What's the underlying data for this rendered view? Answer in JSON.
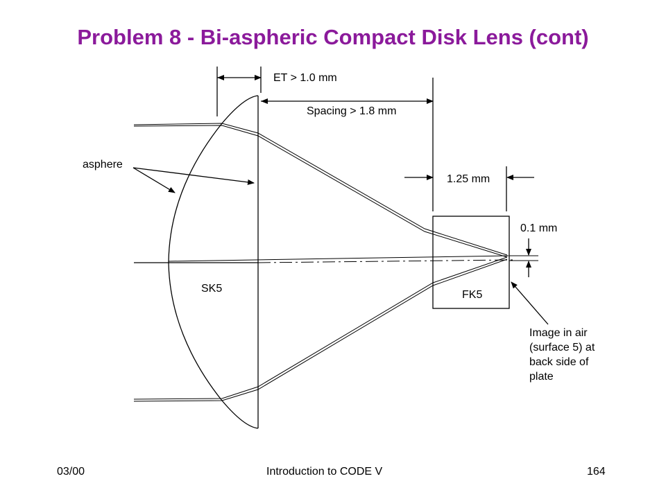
{
  "slide": {
    "title": "Problem 8 - Bi-aspheric Compact Disk Lens (cont)",
    "labels": {
      "et": "ET > 1.0 mm",
      "spacing": "Spacing > 1.8 mm",
      "plate_thickness": "1.25 mm",
      "image_offset": "0.1 mm",
      "asphere": "asphere",
      "lens_glass": "SK5",
      "plate_glass": "FK5",
      "image_note_lines": [
        "Image in air",
        "(surface 5) at",
        "back side of",
        "plate"
      ]
    },
    "colors": {
      "title": "#8b1a9b",
      "lines": "#000000"
    }
  },
  "footer": {
    "left": "03/00",
    "center": "Introduction to CODE V",
    "right": "164"
  }
}
